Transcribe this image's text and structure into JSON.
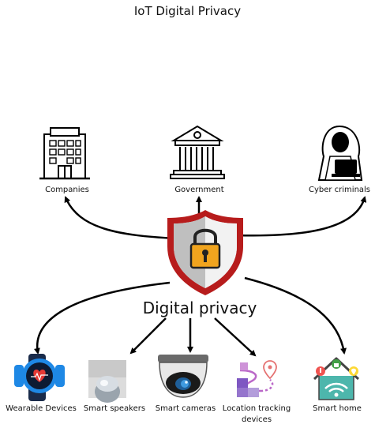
{
  "title": "IoT Digital Privacy",
  "center": {
    "label": "Digital privacy",
    "icon": "shield-lock-icon"
  },
  "threats": [
    {
      "label": "Companies",
      "icon": "office-building-icon"
    },
    {
      "label": "Government",
      "icon": "government-building-icon"
    },
    {
      "label": "Cyber criminals",
      "icon": "hooded-hacker-icon"
    }
  ],
  "devices": [
    {
      "label": "Wearable Devices",
      "icon": "smartwatch-icon"
    },
    {
      "label": "Smart speakers",
      "icon": "smart-speaker-icon"
    },
    {
      "label": "Smart cameras",
      "icon": "security-camera-icon"
    },
    {
      "label": "Location tracking",
      "label2": "devices",
      "icon": "location-route-icon"
    },
    {
      "label": "Smart  home",
      "icon": "smart-home-icon"
    }
  ],
  "colors": {
    "shield_red": "#c62828",
    "lock_gold": "#f0a41e",
    "watch_blue": "#1e88e5",
    "camera_blue": "#1f5f99",
    "location_purple": "#ba68c8",
    "home_teal": "#4db6ac"
  }
}
